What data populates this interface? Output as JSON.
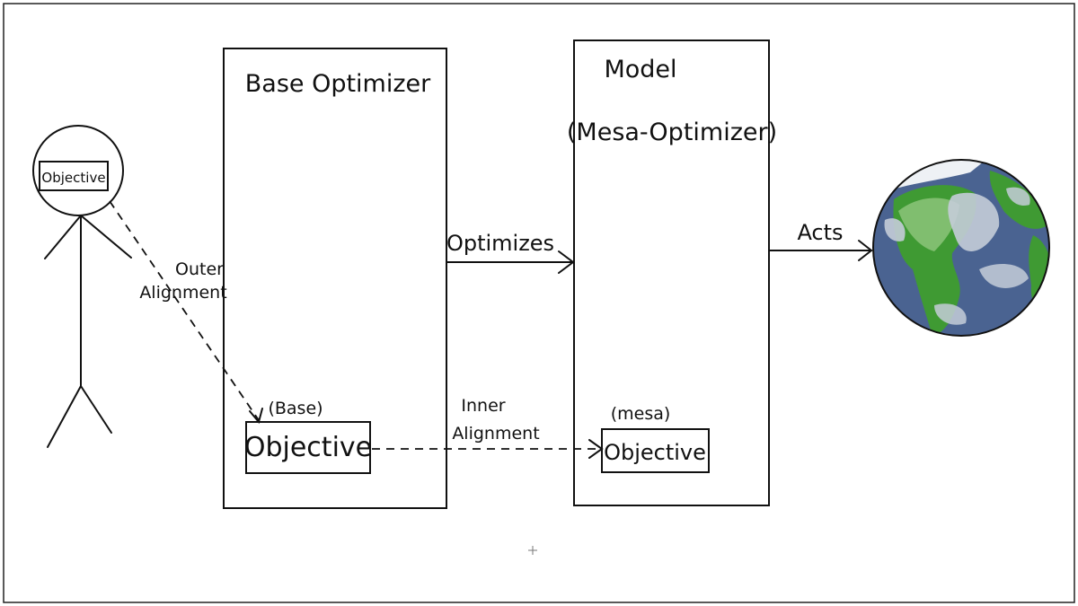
{
  "labels": {
    "human_objective": "Objective",
    "outer_alignment_line1": "Outer",
    "outer_alignment_line2": "Alignment",
    "base_optimizer_title": "Base Optimizer",
    "base_objective_tag": "(Base)",
    "base_objective": "Objective",
    "optimizes": "Optimizes",
    "inner_alignment_line1": "Inner",
    "inner_alignment_line2": "Alignment",
    "model_title": "Model",
    "model_subtitle": "(Mesa-Optimizer)",
    "mesa_objective_tag": "(mesa)",
    "mesa_objective": "Objective",
    "acts": "Acts"
  },
  "icons": {
    "human": "stick-figure-icon",
    "world": "globe-icon"
  },
  "colors": {
    "ink": "#111111",
    "background": "#ffffff",
    "ocean": "#4a6391",
    "land": "#3f9a33",
    "cloud": "#c4ccd8",
    "land_light": "#8cc47a"
  }
}
